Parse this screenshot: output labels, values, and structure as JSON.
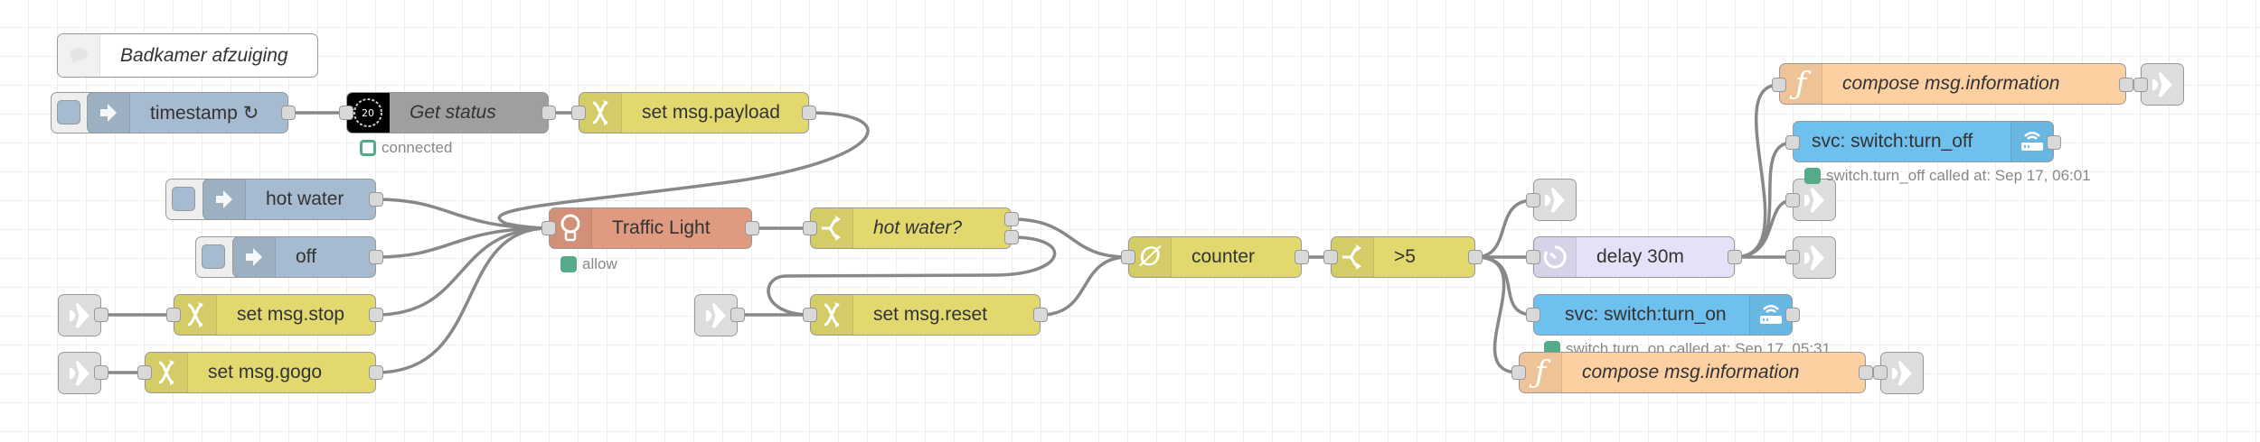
{
  "canvas": {
    "grid": true
  },
  "colors": {
    "inject": "#a6bbcf",
    "change": "#e2d96e",
    "switch": "#e2d96e",
    "counter": "#e2d96e",
    "traffic": "#df9a7f",
    "function": "#fdd0a2",
    "delay": "#e6e0f8",
    "ha_service": "#6ec0ef",
    "ha_state": "#9f9f9f",
    "link": "#dddddd",
    "wire": "#888888",
    "status_green": "#5a8",
    "comment": "#ffffff"
  },
  "comment": {
    "label": "Badkamer afzuiging",
    "icon": "comment-icon"
  },
  "nodes": {
    "timestamp": {
      "label": "timestamp ↻",
      "icon": "arrow-right-icon"
    },
    "get_status": {
      "label": "Get status",
      "icon": "home-assistant-gauge-icon",
      "status": "connected"
    },
    "set_payload": {
      "label": "set msg.payload",
      "icon": "shuffle-icon"
    },
    "hot_water_inject": {
      "label": "hot water",
      "icon": "arrow-right-icon"
    },
    "off_inject": {
      "label": "off",
      "icon": "arrow-right-icon"
    },
    "set_stop": {
      "label": "set msg.stop",
      "icon": "shuffle-icon"
    },
    "set_gogo": {
      "label": "set msg.gogo",
      "icon": "shuffle-icon"
    },
    "traffic_light": {
      "label": "Traffic Light",
      "icon": "lightbulb-icon",
      "status": "allow"
    },
    "hot_water_switch": {
      "label": "hot water?",
      "icon": "switch-fork-icon"
    },
    "set_reset": {
      "label": "set msg.reset",
      "icon": "shuffle-icon"
    },
    "counter": {
      "label": "counter",
      "icon": "counter-icon",
      "glyph": "Ø"
    },
    "gt5": {
      "label": ">5",
      "icon": "switch-fork-icon"
    },
    "delay": {
      "label": "delay 30m",
      "icon": "timer-icon"
    },
    "svc_turn_off": {
      "label": "svc: switch:turn_off",
      "icon": "router-icon",
      "status": "switch.turn_off called at: Sep 17, 06:01"
    },
    "svc_turn_on": {
      "label": "svc: switch:turn_on",
      "icon": "router-icon",
      "status": "switch.turn_on called at: Sep 17, 05:31"
    },
    "compose_top": {
      "label": "compose msg.information",
      "icon": "function-icon",
      "glyph": "ƒ"
    },
    "compose_bottom": {
      "label": "compose msg.information",
      "icon": "function-icon",
      "glyph": "ƒ"
    }
  },
  "gauge_text": "20"
}
